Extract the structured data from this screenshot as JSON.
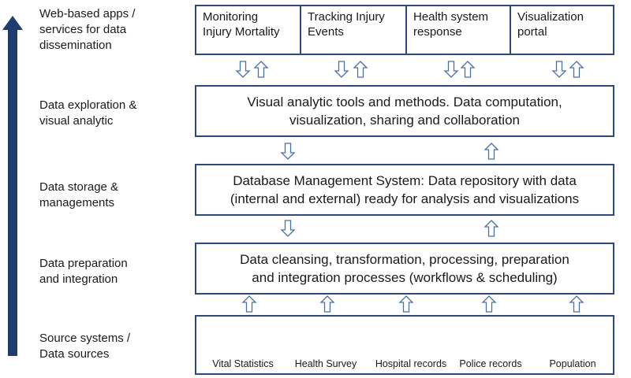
{
  "colors": {
    "accent": "#1f3c6e",
    "box_border": "#2e4a7a",
    "arrow_stroke": "#4a6fa5",
    "cylinder_fill": "#d9d9d9",
    "cylinder_stroke": "#8c8c8c"
  },
  "layers": [
    {
      "line1": "Web-based apps /",
      "line2": "services for data",
      "line3": "dissemination"
    },
    {
      "line1": "Data exploration &",
      "line2": "visual analytic"
    },
    {
      "line1": "Data storage &",
      "line2": "managements"
    },
    {
      "line1": "Data preparation",
      "line2": "and integration"
    },
    {
      "line1": "Source systems /",
      "line2": "Data sources"
    }
  ],
  "apps": [
    {
      "line1": "Monitoring",
      "line2": "Injury Mortality"
    },
    {
      "line1": "Tracking Injury",
      "line2": "Events"
    },
    {
      "line1": "Health system",
      "line2": "response"
    },
    {
      "line1": "Visualization",
      "line2": "portal"
    }
  ],
  "analytics": {
    "line1": "Visual analytic tools and methods. Data computation,",
    "line2": "visualization, sharing and collaboration"
  },
  "storage": {
    "line1": "Database Management System: Data repository with data",
    "line2": "(internal and external) ready for analysis and visualizations"
  },
  "preparation": {
    "line1": "Data cleansing, transformation, processing, preparation",
    "line2": "and integration processes (workflows & scheduling)"
  },
  "sources": [
    {
      "label": "Vital Statistics",
      "icon": "database-icon"
    },
    {
      "label": "Health Survey",
      "icon": "database-icon"
    },
    {
      "label": "Hospital records",
      "icon": "database-icon"
    },
    {
      "label": "Police records",
      "icon": "database-icon"
    },
    {
      "label": "Population",
      "icon": "database-icon"
    }
  ]
}
